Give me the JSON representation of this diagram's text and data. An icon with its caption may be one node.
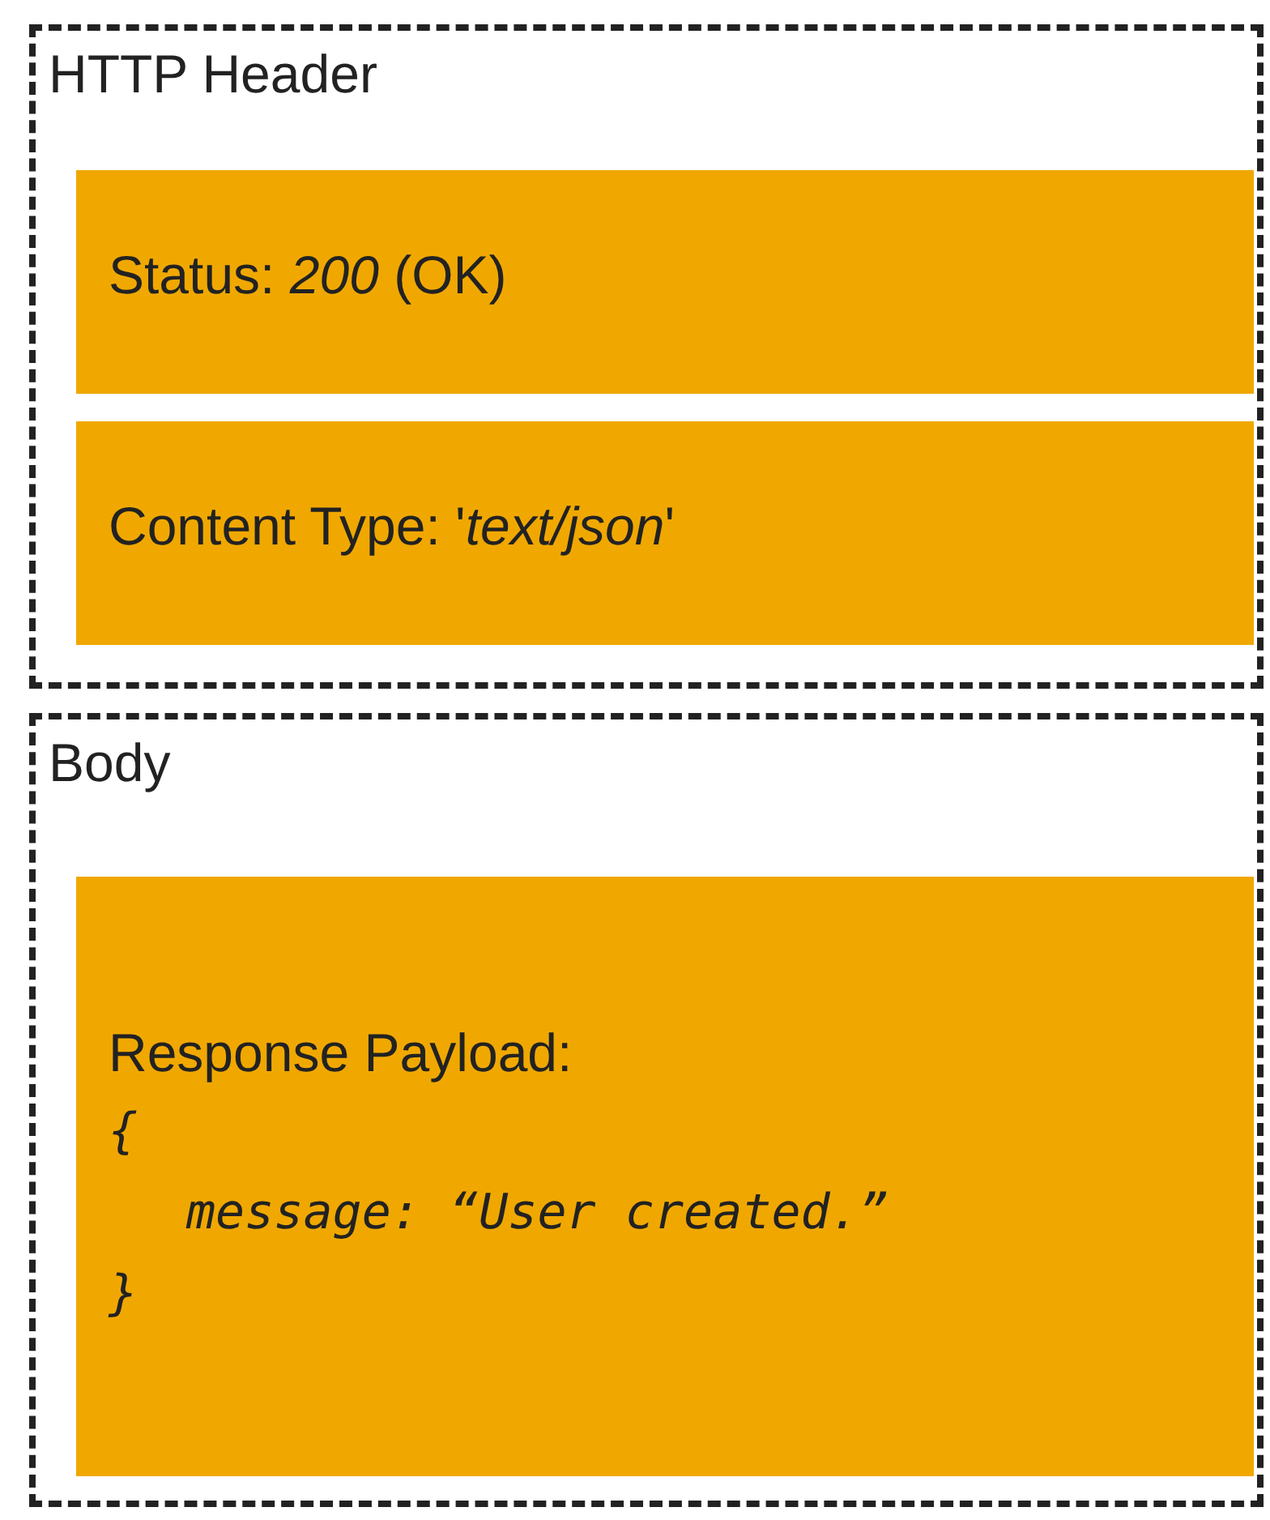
{
  "diagram": {
    "nodes": [
      {
        "text": [
          "HTTP Header"
        ]
      },
      {
        "text": [
          "Status: *200* (OK)"
        ],
        "in": 0
      },
      {
        "text": [
          "Content Type: '*text/json*'"
        ],
        "in": 0
      },
      {
        "text": [
          "Body"
        ]
      },
      {
        "text": [
          "Response Payload:",
          "{",
          "message: “User created.”",
          "}"
        ],
        "in": 3
      }
    ],
    "edges": []
  }
}
